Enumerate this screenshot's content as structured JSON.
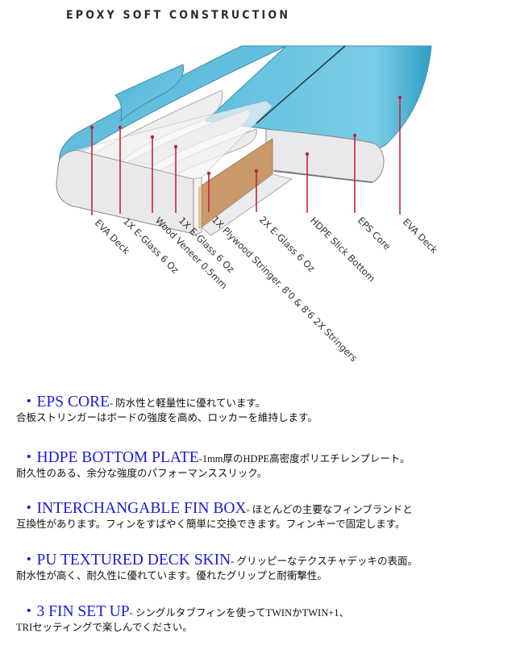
{
  "title": "EPOXY SOFT CONSTRUCTION",
  "diagram": {
    "colors": {
      "deck": "#6cc6e0",
      "deck_dark": "#2d9bc0",
      "core": "#e8e8ea",
      "stringer": "#c9996a",
      "leader": "#c0243c"
    },
    "labels": [
      "EVA Deck",
      "1X E-Glass 6 Oz",
      "Wood Veneer 0.5mm",
      "1X E-Glass 6 Oz",
      "1X Plywood Stringer. 8'0 & 8'6 2X Stringers",
      "2X E-Glass 6 Oz",
      "HDPE Slick Bottom",
      "EPS Core",
      "EVA Deck"
    ]
  },
  "features": [
    {
      "name": "EPS CORE",
      "desc_line1": "- 防水性と軽量性に優れています。",
      "desc_line2": "合板ストリンガーはボードの強度を高め、ロッカーを維持します。"
    },
    {
      "name": "HDPE BOTTOM PLATE",
      "desc_line1": "-1mm厚のHDPE高密度ポリエチレンプレート。",
      "desc_line2": "耐久性のある、余分な強度のパフォーマンススリック。"
    },
    {
      "name": "INTERCHANGABLE FIN BOX",
      "desc_line1": "- ほとんどの主要なフィンブランドと",
      "desc_line2": "互換性があります。フィンをすばやく簡単に交換できます。フィンキーで固定します。"
    },
    {
      "name": "PU TEXTURED DECK SKIN",
      "desc_line1": "- グリッピーなテクスチャデッキの表面。",
      "desc_line2": "耐水性が高く、耐久性に優れています。優れたグリップと耐衝撃性。"
    },
    {
      "name": "3 FIN SET UP",
      "desc_line1": "- シングルタブフィンを使ってTWINかTWIN+1、",
      "desc_line2": "TRIセッティングで楽しんでください。"
    }
  ],
  "bullet": "・"
}
